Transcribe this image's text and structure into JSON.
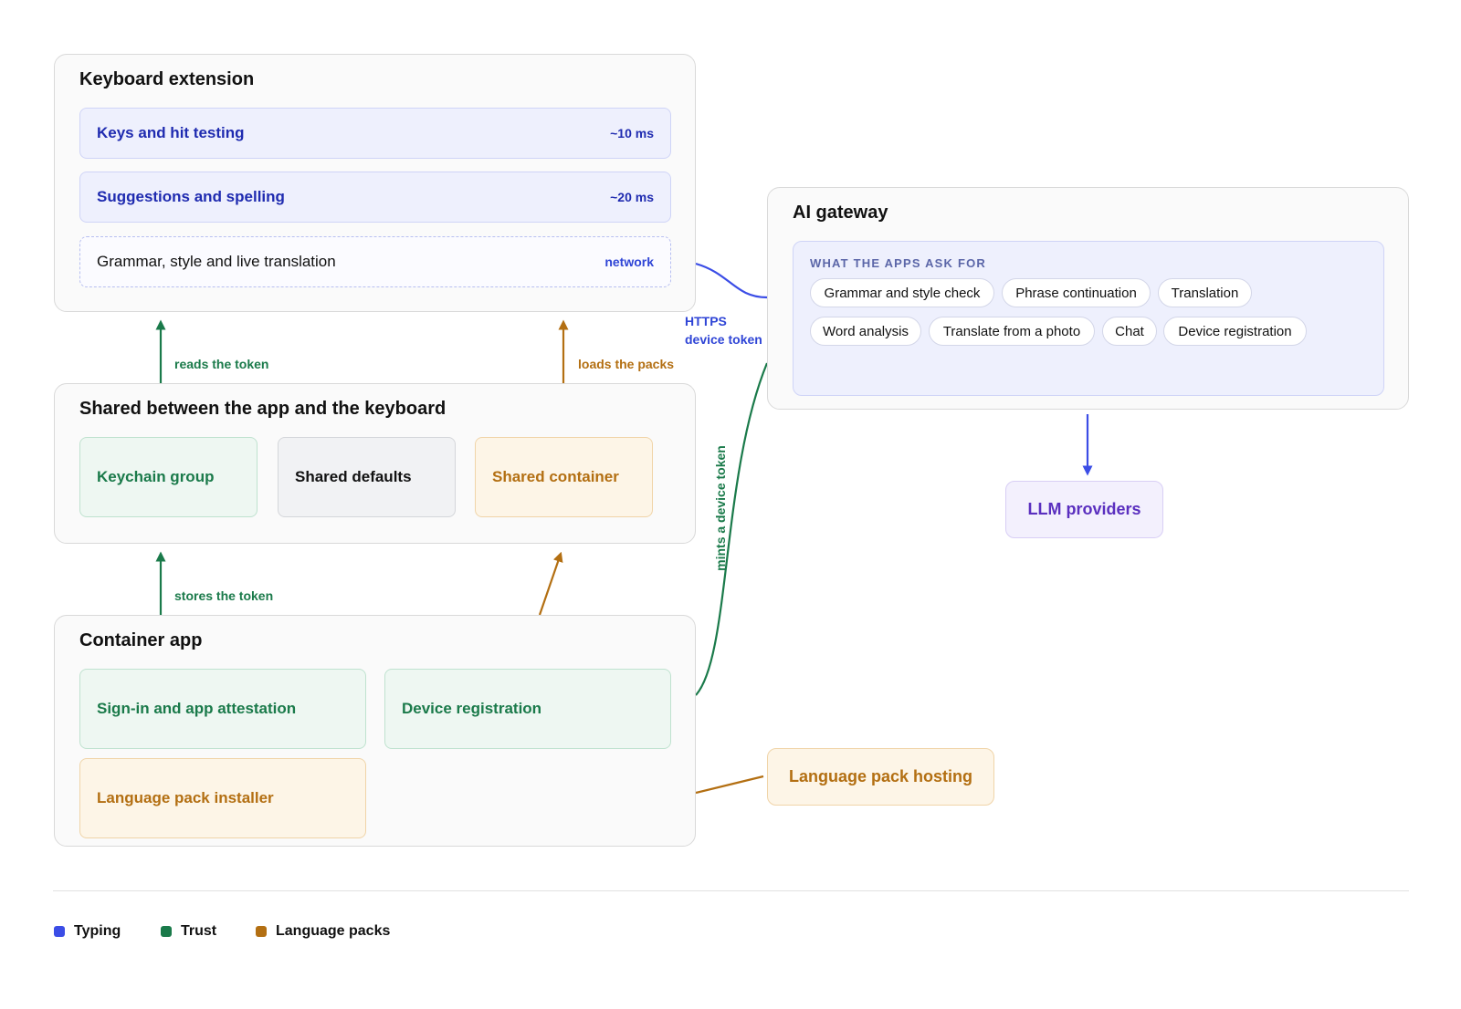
{
  "keyboard_extension": {
    "title": "Keyboard extension",
    "rows": [
      {
        "label": "Keys and hit testing",
        "timing": "~10 ms"
      },
      {
        "label": "Suggestions and spelling",
        "timing": "~20 ms"
      },
      {
        "label": "Grammar, style and live translation",
        "timing": "network"
      }
    ]
  },
  "shared": {
    "title": "Shared between the app and the keyboard",
    "tiles": [
      "Keychain group",
      "Shared defaults",
      "Shared container"
    ]
  },
  "container_app": {
    "title": "Container app",
    "tiles": [
      "Sign-in and app attestation",
      "Device registration",
      "Language pack installer"
    ]
  },
  "ai_gateway": {
    "title": "AI gateway",
    "panel_caption": "WHAT THE APPS ASK FOR",
    "chips": [
      "Grammar and style check",
      "Phrase continuation",
      "Translation",
      "Word analysis",
      "Translate from a photo",
      "Chat",
      "Device registration"
    ]
  },
  "llm_providers": "LLM providers",
  "language_pack_hosting": "Language pack hosting",
  "edges": {
    "reads_token": "reads the token",
    "loads_packs": "loads the packs",
    "stores_token": "stores the token",
    "https": "HTTPS",
    "device_token": "device token",
    "mints_token": "mints a device token"
  },
  "legend": [
    {
      "label": "Typing",
      "color": "#3b4de6"
    },
    {
      "label": "Trust",
      "color": "#1a7a4a"
    },
    {
      "label": "Language packs",
      "color": "#b36f12"
    }
  ],
  "colors": {
    "typing": "#3b4de6",
    "trust": "#1a7a4a",
    "packs": "#b36f12"
  }
}
